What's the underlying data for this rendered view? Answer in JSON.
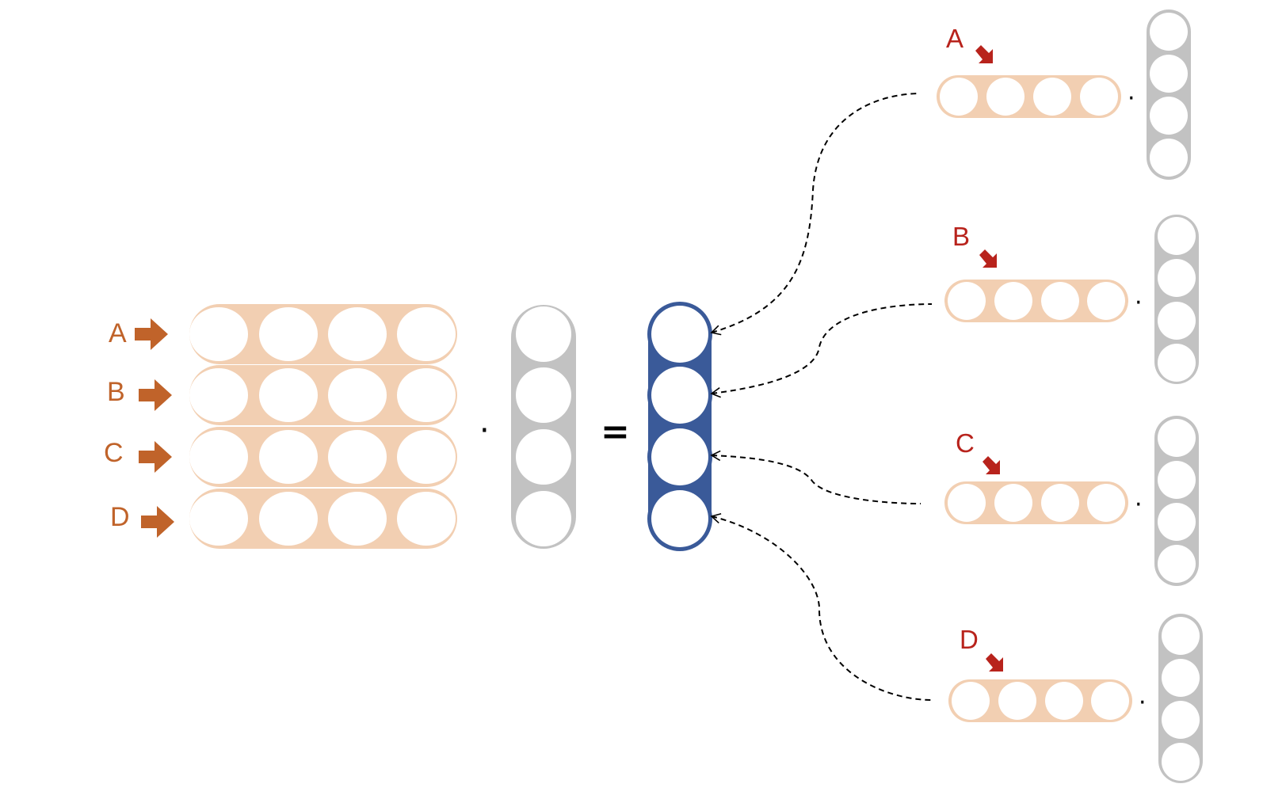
{
  "diagram": {
    "operators": {
      "dot": "·",
      "equals": "="
    },
    "matrix": {
      "row_labels": [
        "A",
        "B",
        "C",
        "D"
      ],
      "cells_per_row": 4,
      "fill_color": "#f2cfb2",
      "arrow_color": "#c0632a",
      "label_color": "#c0632a"
    },
    "vector": {
      "cells": 4,
      "fill_color": "#c2c2c2"
    },
    "result": {
      "cells": 4,
      "fill_color": "#3a5a99"
    },
    "row_products": [
      {
        "label": "A"
      },
      {
        "label": "B"
      },
      {
        "label": "C"
      },
      {
        "label": "D"
      }
    ],
    "row_product_style": {
      "label_color": "#b8231c",
      "arrow_color": "#b8231c",
      "row_fill": "#f2cfb2",
      "vector_fill": "#c2c2c2"
    },
    "connector_style": "dashed-arrow"
  }
}
